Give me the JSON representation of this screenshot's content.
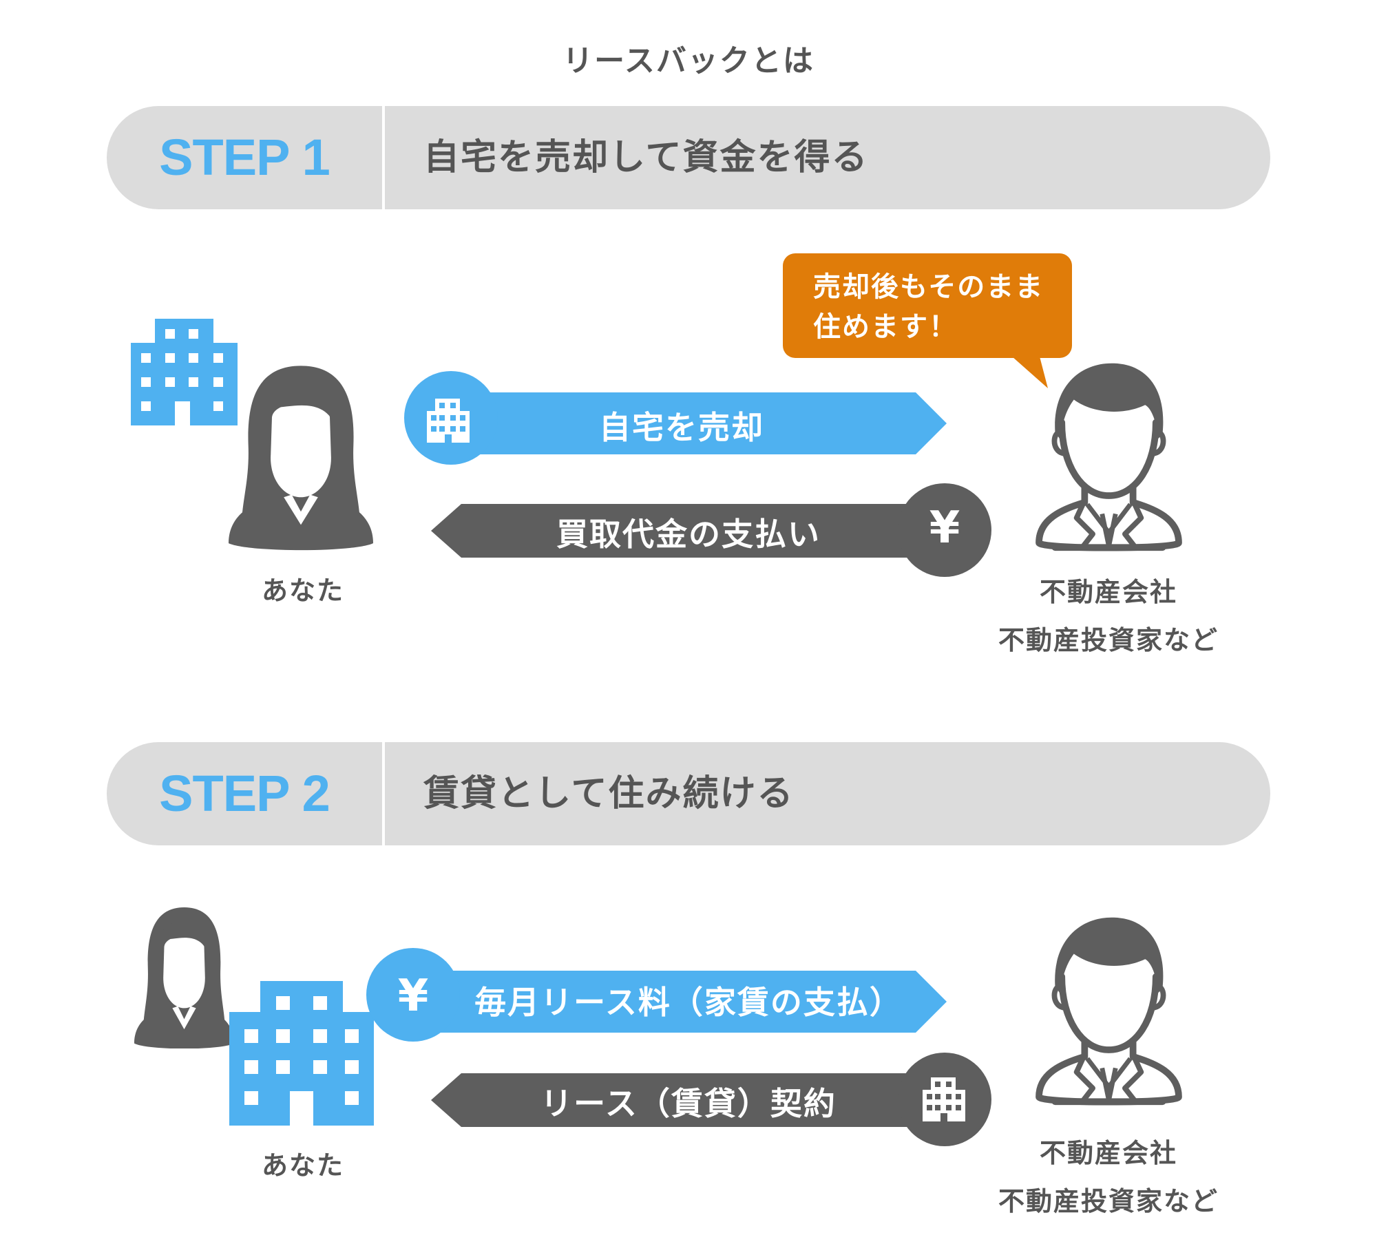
{
  "title": "リースバックとは",
  "step1": {
    "label": "STEP 1",
    "text": "自宅を売却して資金を得る",
    "arrow_right": "自宅を売却",
    "arrow_left": "買取代金の支払い",
    "yen_symbol": "¥",
    "bubble_line1": "売却後もそのまま",
    "bubble_line2": "住めます！",
    "you_label": "あなた",
    "company_line1": "不動産会社",
    "company_line2": "不動産投資家など"
  },
  "step2": {
    "label": "STEP 2",
    "text": "賃貸として住み続ける",
    "arrow_right": "毎月リース料（家賃の支払）",
    "arrow_left": "リース（賃貸）契約",
    "yen_symbol": "¥",
    "you_label": "あなた",
    "company_line1": "不動産会社",
    "company_line2": "不動産投資家など"
  },
  "colors": {
    "blue": "#4fb1f0",
    "dark_gray": "#5e5e5e",
    "bar_gray": "#dcdcdc",
    "orange": "#e07c09",
    "text_gray": "#555555"
  },
  "icons": [
    "building-icon",
    "woman-icon",
    "businessman-icon",
    "yen-icon",
    "speech-bubble"
  ]
}
